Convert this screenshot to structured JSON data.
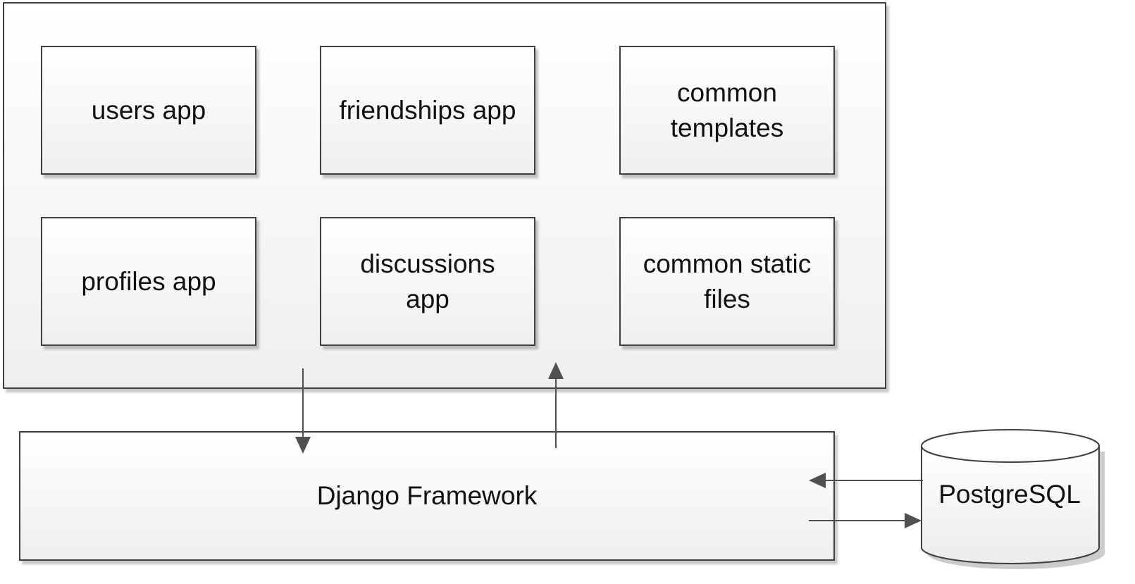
{
  "diagram": {
    "container": {
      "apps": [
        {
          "label": "users app"
        },
        {
          "label": "friendships app"
        },
        {
          "label": "common templates"
        },
        {
          "label": "profiles app"
        },
        {
          "label": "discussions app"
        },
        {
          "label": "common static files"
        }
      ]
    },
    "framework": {
      "label": "Django Framework"
    },
    "database": {
      "label": "PostgreSQL"
    },
    "colors": {
      "border": "#3f3f3f",
      "arrow": "#505050",
      "fill_top": "#ffffff",
      "fill_bottom": "#efefef"
    }
  }
}
